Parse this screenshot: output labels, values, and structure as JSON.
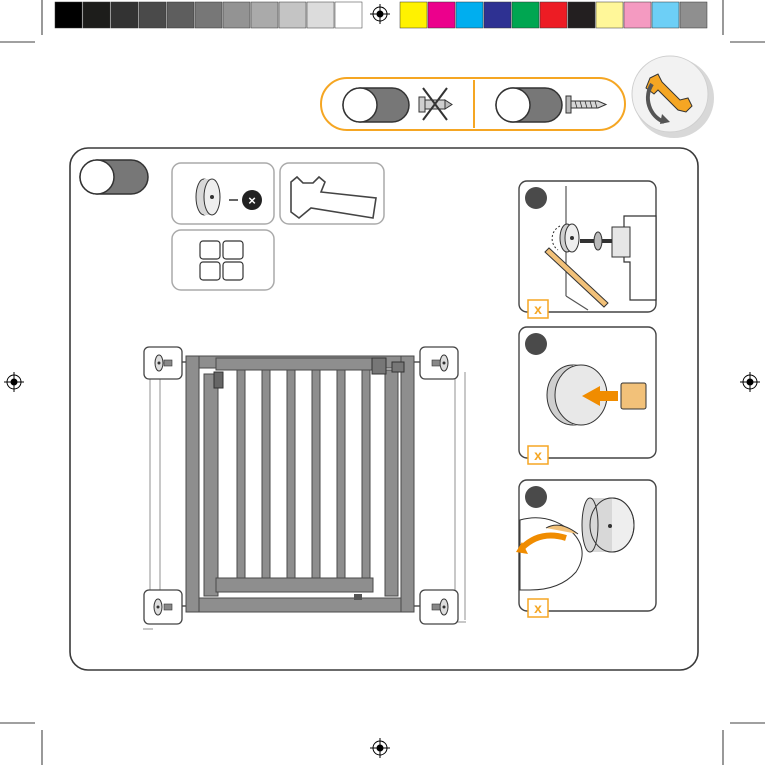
{
  "print_marks": {
    "grayscale_swatches": [
      "#000000",
      "#1d1d1b",
      "#333333",
      "#4a4a4a",
      "#5e5e5e",
      "#777777",
      "#939393",
      "#aaaaaa",
      "#c4c4c4",
      "#dcdcdc",
      "#ffffff"
    ],
    "color_swatches": [
      "#fff200",
      "#ec008c",
      "#00aeef",
      "#2e3192",
      "#00a651",
      "#ed1c24",
      "#231f20",
      "#fff799",
      "#f49ac1",
      "#6dcff6",
      "#8f8f8f"
    ]
  },
  "colors": {
    "accent_orange": "#f5a623",
    "arrow_orange": "#f08c00",
    "gate_gray": "#8e8e8e",
    "frame_stroke": "#4a4a4a",
    "light_box": "#f2c179"
  },
  "header": {
    "option_without_screws": {
      "icon": "no-screw-icon"
    },
    "option_with_screws": {
      "icon": "screw-icon"
    },
    "tool_badge": {
      "icon": "wrench-rotate-icon"
    }
  },
  "parts": {
    "wall_pad": {
      "icon": "wall-cup-icon",
      "multiplier_glyph": "×"
    },
    "wrench": {
      "icon": "wrench-icon"
    },
    "grid": {
      "icon": "four-square-grid-icon"
    }
  },
  "steps": [
    {
      "multiplier_glyph": "x",
      "icon": "mark-position-pencil-icon"
    },
    {
      "multiplier_glyph": "x",
      "icon": "apply-adhesive-icon"
    },
    {
      "multiplier_glyph": "x",
      "icon": "peel-backing-icon"
    }
  ]
}
